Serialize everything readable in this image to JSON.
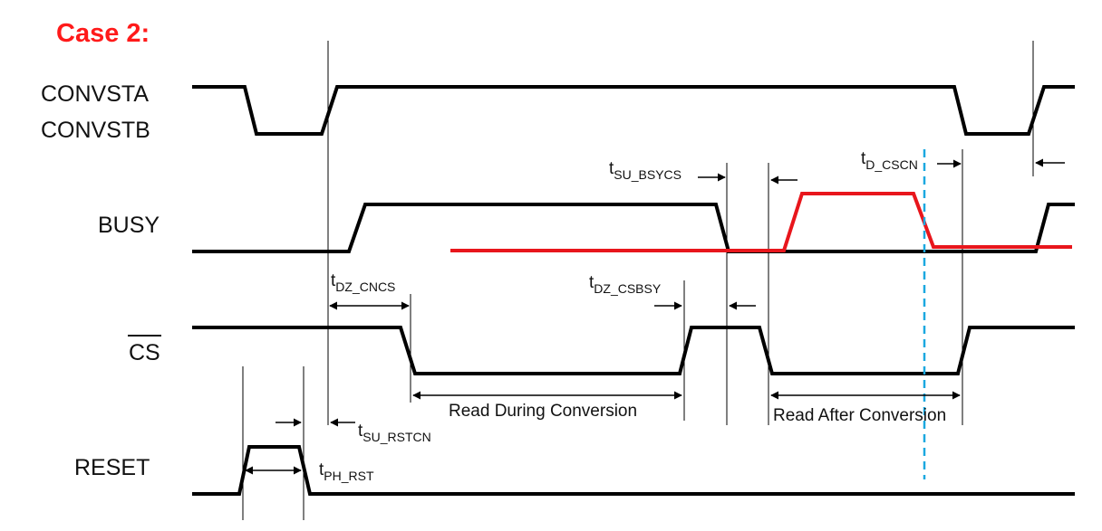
{
  "heading": "Case 2:",
  "signals": {
    "convsta": "CONVSTA",
    "convstb": "CONVSTB",
    "busy": "BUSY",
    "cs": "CS",
    "reset": "RESET"
  },
  "timings": {
    "t_su_bsycs": {
      "main": "t",
      "sub": "SU_BSYCS"
    },
    "t_d_cscn": {
      "main": "t",
      "sub": "D_CSCN"
    },
    "t_dz_cncs": {
      "main": "t",
      "sub": "DZ_CNCS"
    },
    "t_dz_csbsy": {
      "main": "t",
      "sub": "DZ_CSBSY"
    },
    "t_su_rstcn": {
      "main": "t",
      "sub": "SU_RSTCN"
    },
    "t_ph_rst": {
      "main": "t",
      "sub": "PH_RST"
    }
  },
  "intervals": {
    "read_during": "Read During Conversion",
    "read_after": "Read After Conversion"
  },
  "colors": {
    "heading": "#ff1a1a",
    "overlay": "#e8161c",
    "marker": "#1ba8e0"
  }
}
